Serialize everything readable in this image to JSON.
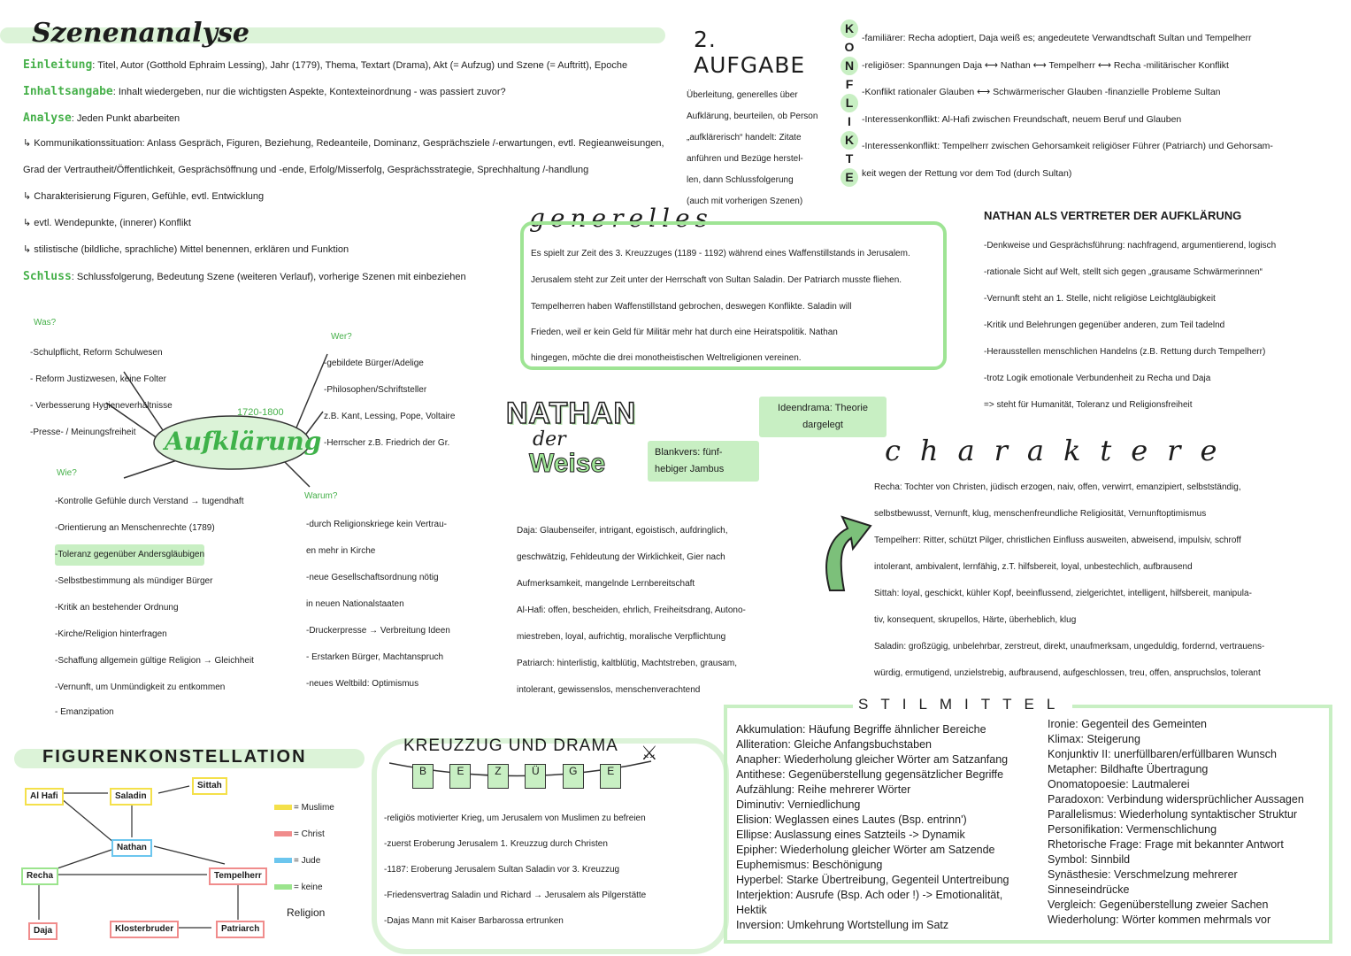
{
  "szenenanalyse": {
    "title": "Szenenanalyse",
    "einleitung_label": "Einleitung",
    "einleitung_text": ": Titel, Autor (Gotthold Ephraim Lessing), Jahr (1779), Thema, Textart (Drama), Akt (= Aufzug) und Szene (= Auftritt), Epoche",
    "inhalt_label": "Inhaltsangabe",
    "inhalt_text": ": Inhalt wiedergeben, nur die wichtigsten Aspekte, Kontexteinordnung - was passiert zuvor?",
    "analyse_label": "Analyse",
    "analyse_text": ": Jeden Punkt abarbeiten",
    "analyse_lines": [
      "↳ Kommunikationssituation: Anlass Gespräch, Figuren, Beziehung, Redeanteile, Dominanz, Gesprächsziele /-erwartungen, evtl. Regieanweisungen,",
      "Grad der Vertrautheit/Öffentlichkeit, Gesprächsöffnung und -ende, Erfolg/Misserfolg, Gesprächsstrategie, Sprechhaltung /-handlung",
      "↳ Charakterisierung Figuren, Gefühle, evtl. Entwicklung",
      "↳ evtl. Wendepunkte, (innerer) Konflikt",
      "↳ stilistische (bildliche, sprachliche) Mittel benennen, erklären und Funktion"
    ],
    "schluss_label": "Schluss",
    "schluss_text": ": Schlussfolgerung, Bedeutung Szene (weiteren Verlauf), vorherige Szenen mit einbeziehen"
  },
  "aufgabe2": {
    "title": "2. AUFGABE",
    "lines": [
      "Überleitung, generelles über",
      "Aufklärung, beurteilen, ob Person",
      "„aufklärerisch“ handelt: Zitate",
      "anführen und Bezüge herstel-",
      "len, dann Schlussfolgerung",
      "(auch mit vorherigen Szenen)"
    ]
  },
  "konflikte": {
    "letters": [
      "K",
      "O",
      "N",
      "F",
      "L",
      "I",
      "K",
      "T",
      "E"
    ],
    "lines": [
      "-familiärer: Recha adoptiert, Daja weiß es; angedeutete Verwandtschaft Sultan und Tempelherr",
      "-religiöser: Spannungen Daja ⟷ Nathan ⟷ Tempelherr ⟷ Recha   -militärischer Konflikt",
      "-Konflikt rationaler Glauben ⟷ Schwärmerischer Glauben   -finanzielle Probleme Sultan",
      "-Interessenkonflikt: Al-Hafi zwischen Freundschaft, neuem Beruf und Glauben",
      "-Interessenkonflikt: Tempelherr zwischen Gehorsamkeit religiöser Führer (Patriarch) und Gehorsam-",
      "keit wegen der Rettung vor dem Tod (durch Sultan)"
    ]
  },
  "generelles": {
    "title": "generelles",
    "lines": [
      "Es spielt zur Zeit des 3. Kreuzzuges (1189 - 1192) während eines Waffenstillstands in Jerusalem.",
      "Jerusalem steht zur Zeit unter der Herrschaft von Sultan Saladin. Der Patriarch musste fliehen.",
      "Tempelherren haben Waffenstillstand gebrochen, deswegen Konflikte. Saladin will",
      "Frieden, weil er kein Geld für Militär mehr hat durch eine Heiratspolitik. Nathan",
      "hingegen, möchte die drei monotheistischen Weltreligionen vereinen."
    ]
  },
  "aufklaerung_vertreter": {
    "title": "NATHAN ALS VERTRETER DER AUFKLÄRUNG",
    "lines": [
      "-Denkweise und Gesprächsführung: nachfragend, argumentierend, logisch",
      "-rationale Sicht auf Welt, stellt sich gegen „grausame Schwärmerinnen“",
      "-Vernunft steht an 1. Stelle, nicht religiöse Leichtgläubigkeit",
      "-Kritik und Belehrungen gegenüber anderen, zum Teil tadelnd",
      "-Herausstellen menschlichen Handelns (z.B. Rettung durch Tempelherr)",
      "-trotz Logik emotionale Verbundenheit zu Recha und Daja",
      "=> steht für Humanität, Toleranz und Religionsfreiheit"
    ]
  },
  "aufklaerung": {
    "title": "Aufklärung",
    "years": "1720-1800",
    "was_label": "Was?",
    "was": [
      "-Schulpflicht, Reform Schulwesen",
      "- Reform Justizwesen, keine Folter",
      "- Verbesserung Hygieneverhältnisse",
      "-Presse- / Meinungsfreiheit"
    ],
    "wer_label": "Wer?",
    "wer": [
      "-gebildete Bürger/Adelige",
      "-Philosophen/Schriftsteller",
      "z.B. Kant, Lessing, Pope, Voltaire",
      "-Herrscher z.B. Friedrich der Gr."
    ],
    "wie_label": "Wie?",
    "wie": [
      "-Kontrolle Gefühle durch Verstand → tugendhaft",
      "-Orientierung an Menschenrechte (1789)",
      "-Toleranz gegenüber Andersgläubigen",
      "-Selbstbestimmung als mündiger Bürger",
      "-Kritik an bestehender Ordnung",
      "-Kirche/Religion hinterfragen",
      "-Schaffung allgemein gültige Religion → Gleichheit",
      "-Vernunft, um Unmündigkeit zu entkommen",
      "- Emanzipation"
    ],
    "warum_label": "Warum?",
    "warum": [
      "-durch Religionskriege kein Vertrau-",
      "en mehr in Kirche",
      "-neue Gesellschaftsordnung nötig",
      "in neuen Nationalstaaten",
      "-Druckerpresse → Verbreitung Ideen",
      "- Erstarken Bürger, Machtanspruch",
      "-neues Weltbild: Optimismus"
    ]
  },
  "nathan": {
    "title1": "NATHAN",
    "title2": "der",
    "title3": "Weise",
    "ideendrama": "Ideendrama: Theorie dargelegt",
    "blankvers": "Blankvers: fünf-hebiger Jambus",
    "figuren": [
      "Daja: Glaubenseifer, intrigant, egoistisch, aufdringlich,",
      "geschwätzig, Fehldeutung der Wirklichkeit, Gier nach",
      "Aufmerksamkeit, mangelnde Lernbereitschaft",
      "Al-Hafi: offen, bescheiden, ehrlich, Freiheitsdrang, Autono-",
      "miestreben, loyal, aufrichtig, moralische Verpflichtung",
      "Patriarch: hinterlistig, kaltblütig, Machtstreben, grausam,",
      "intolerant, gewissenslos, menschenverachtend"
    ]
  },
  "charaktere": {
    "title": "charaktere",
    "lines": [
      "Recha: Tochter von Christen, jüdisch erzogen, naiv, offen, verwirrt, emanzipiert, selbstständig,",
      "selbstbewusst, Vernunft, klug, menschenfreundliche Religiosität, Vernunftoptimismus",
      "Tempelherr: Ritter, schützt Pilger, christlichen Einfluss ausweiten, abweisend, impulsiv, schroff",
      "intolerant, ambivalent, lernfähig, z.T. hilfsbereit, loyal, unbestechlich, aufbrausend",
      "Sittah: loyal, geschickt, kühler Kopf, beeinflussend, zielgerichtet, intelligent, hilfsbereit, manipula-",
      "tiv, konsequent, skrupellos, Härte, überheblich, klug",
      "Saladin: großzügig, unbelehrbar, zerstreut, direkt, unaufmerksam, ungeduldig, fordernd, vertrauens-",
      "würdig, ermutigend, unzielstrebig, aufbrausend, aufgeschlossen, treu, offen, anspruchslos, tolerant"
    ]
  },
  "figurenkonstellation": {
    "title": "FIGURENKONSTELLATION",
    "nodes": {
      "alhafi": "Al Hafi",
      "saladin": "Saladin",
      "sittah": "Sittah",
      "nathan": "Nathan",
      "recha": "Recha",
      "tempelherr": "Tempelherr",
      "daja": "Daja",
      "klosterbruder": "Klosterbruder",
      "patriarch": "Patriarch"
    },
    "legend": [
      {
        "label": "= Muslime",
        "color": "#f4e04a"
      },
      {
        "label": "= Christ",
        "color": "#f08c8c"
      },
      {
        "label": "= Jude",
        "color": "#6cc6ee"
      },
      {
        "label": "= keine",
        "color": "#9be48d"
      }
    ],
    "legend_extra": "Religion"
  },
  "kreuzzug": {
    "title": "KREUZZUG UND DRAMA",
    "flags": [
      "B",
      "E",
      "Z",
      "Ü",
      "G",
      "E"
    ],
    "lines": [
      "-religiös motivierter Krieg, um Jerusalem von Muslimen zu befreien",
      "-zuerst Eroberung Jerusalem 1. Kreuzzug durch Christen",
      "-1187: Eroberung Jerusalem Sultan Saladin vor 3. Kreuzzug",
      "-Friedensvertrag Saladin und Richard → Jerusalem als Pilgerstätte",
      "-Dajas Mann mit Kaiser Barbarossa ertrunken"
    ]
  },
  "stilmittel": {
    "title": "STILMITTEL",
    "left": [
      "Akkumulation: Häufung Begriffe ähnlicher Bereiche",
      "Alliteration: Gleiche Anfangsbuchstaben",
      "Anapher: Wiederholung gleicher Wörter am Satzanfang",
      "Antithese: Gegenüberstellung gegensätzlicher Begriffe",
      "Aufzählung: Reihe mehrerer Wörter",
      "Diminutiv: Verniedlichung",
      "Elision: Weglassen eines Lautes (Bsp. entrinn')",
      "Ellipse: Auslassung eines Satzteils -> Dynamik",
      "Epipher: Wiederholung gleicher Wörter am Satzende",
      "Euphemismus: Beschönigung",
      "Hyperbel: Starke Übertreibung, Gegenteil Untertreibung",
      "Interjektion: Ausrufe (Bsp. Ach oder !) -> Emotionalität,",
      "Hektik",
      "Inversion: Umkehrung Wortstellung im Satz"
    ],
    "right": [
      "Ironie: Gegenteil des Gemeinten",
      "Klimax: Steigerung",
      "Konjunktiv II: unerfüllbaren/erfüllbaren Wunsch",
      "Metapher: Bildhafte Übertragung",
      "Onomatopoesie: Lautmalerei",
      "Paradoxon: Verbindung widersprüchlicher Aussagen",
      "Parallelismus: Wiederholung syntaktischer Struktur",
      "Personifikation: Vermenschlichung",
      "Rhetorische Frage: Frage mit bekannter Antwort",
      "Symbol: Sinnbild",
      "Synästhesie: Verschmelzung mehrerer",
      "Sinneseindrücke",
      "Vergleich: Gegenüberstellung zweier Sachen",
      "Wiederholung: Wörter kommen mehrmals vor"
    ]
  }
}
